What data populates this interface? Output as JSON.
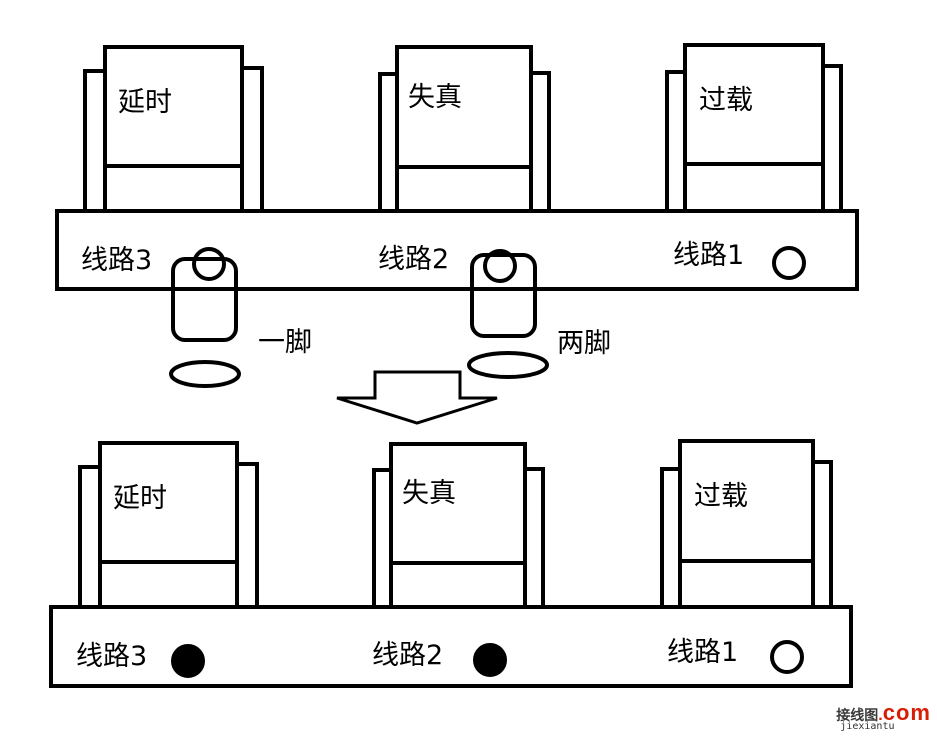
{
  "top_panel": {
    "relays": [
      {
        "label": "延时"
      },
      {
        "label": "失真"
      },
      {
        "label": "过载"
      }
    ],
    "lines": [
      "线路3",
      "线路2",
      "线路1"
    ],
    "jumper_one": "一脚",
    "jumper_two": "两脚"
  },
  "bottom_panel": {
    "relays": [
      {
        "label": "延时"
      },
      {
        "label": "失真"
      },
      {
        "label": "过载"
      }
    ],
    "lines": [
      "线路3",
      "线路2",
      "线路1"
    ],
    "terminal_states": [
      "filled",
      "filled",
      "open"
    ]
  },
  "watermark": {
    "brand": "接线图",
    "dot": ".",
    "tld": "com",
    "domain_text": "jiexiantu"
  }
}
